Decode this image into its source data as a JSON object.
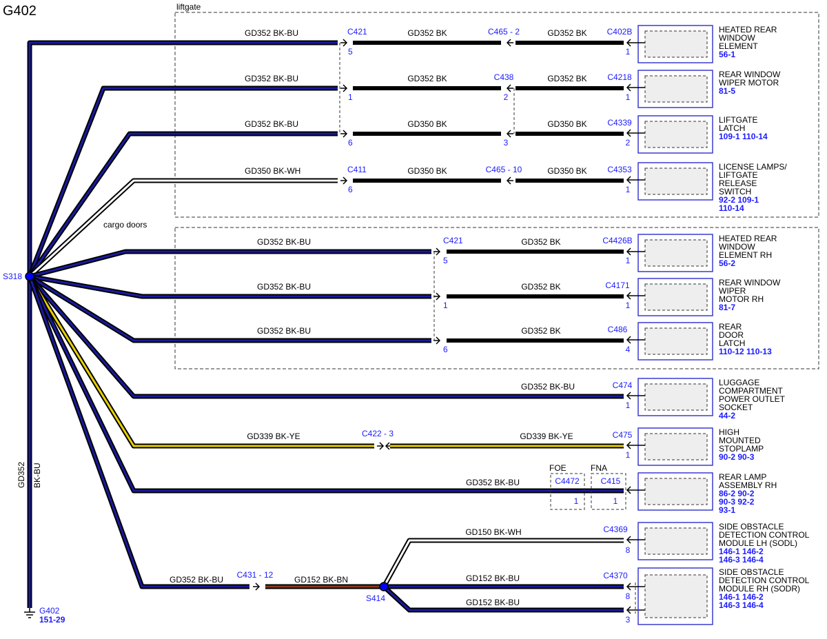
{
  "title": "G402",
  "regions": {
    "liftgate": "liftgate",
    "cargo_doors": "cargo doors"
  },
  "splices": {
    "s318": "S318",
    "s414": "S414"
  },
  "ground": {
    "id": "G402",
    "ref": "151-29",
    "trunk_circuit": "GD352",
    "trunk_color": "BK-BU"
  },
  "rows": [
    {
      "wire1_circuit": "GD352",
      "wire1_color": "BK-BU",
      "c1": "C421",
      "c1_pin": "5",
      "wire2_circuit": "GD352",
      "wire2_color": "BK",
      "c2": "C465 - 2",
      "c2_pin": "",
      "wire3_circuit": "GD352",
      "wire3_color": "BK",
      "c3": "C402B",
      "c3_pin": "1",
      "label": [
        "HEATED REAR",
        "WINDOW",
        "ELEMENT"
      ],
      "refs": [
        "56-1"
      ]
    },
    {
      "wire1_circuit": "GD352",
      "wire1_color": "BK-BU",
      "c1": "",
      "c1_pin": "1",
      "wire2_circuit": "GD352",
      "wire2_color": "BK",
      "c2": "C438",
      "c2_pin": "2",
      "wire3_circuit": "GD352",
      "wire3_color": "BK",
      "c3": "C4218",
      "c3_pin": "1",
      "label": [
        "REAR WINDOW",
        "WIPER MOTOR"
      ],
      "refs": [
        "81-5"
      ]
    },
    {
      "wire1_circuit": "GD352",
      "wire1_color": "BK-BU",
      "c1": "",
      "c1_pin": "6",
      "wire2_circuit": "GD350",
      "wire2_color": "BK",
      "c2": "",
      "c2_pin": "3",
      "wire3_circuit": "GD350",
      "wire3_color": "BK",
      "c3": "C4339",
      "c3_pin": "2",
      "label": [
        "LIFTGATE",
        "LATCH"
      ],
      "refs": [
        "109-1  110-14"
      ]
    },
    {
      "wire1_circuit": "GD350",
      "wire1_color": "BK-WH",
      "c1": "C411",
      "c1_pin": "6",
      "wire2_circuit": "GD350",
      "wire2_color": "BK",
      "c2": "C465 - 10",
      "c2_pin": "",
      "wire3_circuit": "GD350",
      "wire3_color": "BK",
      "c3": "C4353",
      "c3_pin": "1",
      "label": [
        "LICENSE LAMPS/",
        "LIFTGATE",
        "RELEASE",
        "SWITCH"
      ],
      "refs": [
        "92-2  109-1",
        "110-14"
      ]
    },
    {
      "wire1_circuit": "GD352",
      "wire1_color": "BK-BU",
      "c1": "C421",
      "c1_pin": "5",
      "wire2_circuit": "GD352",
      "wire2_color": "BK",
      "c3": "C4426B",
      "c3_pin": "1",
      "label": [
        "HEATED REAR",
        "WINDOW",
        "ELEMENT RH"
      ],
      "refs": [
        "56-2"
      ]
    },
    {
      "wire1_circuit": "GD352",
      "wire1_color": "BK-BU",
      "c1": "",
      "c1_pin": "1",
      "wire2_circuit": "GD352",
      "wire2_color": "BK",
      "c3": "C4171",
      "c3_pin": "1",
      "label": [
        "REAR WINDOW",
        "WIPER",
        "MOTOR RH"
      ],
      "refs": [
        "81-7"
      ]
    },
    {
      "wire1_circuit": "GD352",
      "wire1_color": "BK-BU",
      "c1": "",
      "c1_pin": "6",
      "wire2_circuit": "GD352",
      "wire2_color": "BK",
      "c3": "C486",
      "c3_pin": "4",
      "label": [
        "REAR",
        "DOOR",
        "LATCH"
      ],
      "refs": [
        "110-12  110-13"
      ]
    },
    {
      "wire1_circuit": "GD352",
      "wire1_color": "BK-BU",
      "c3": "C474",
      "c3_pin": "1",
      "label": [
        "LUGGAGE",
        "COMPARTMENT",
        "POWER OUTLET",
        "SOCKET"
      ],
      "refs": [
        "44-2"
      ]
    },
    {
      "wire1_circuit": "GD339",
      "wire1_color": "BK-YE",
      "c2": "C422 - 3",
      "wire2_circuit": "GD339",
      "wire2_color": "BK-YE",
      "c3": "C475",
      "c3_pin": "1",
      "label": [
        "HIGH",
        "MOUNTED",
        "STOPLAMP"
      ],
      "refs": [
        "90-2  90-3"
      ]
    },
    {
      "wire1_circuit": "GD352",
      "wire1_color": "BK-BU",
      "opt1": "FOE",
      "opt1_conn": "C4472",
      "opt1_pin": "1",
      "opt2": "FNA",
      "opt2_conn": "C415",
      "opt2_pin": "1",
      "label": [
        "REAR LAMP",
        "ASSEMBLY RH"
      ],
      "refs": [
        "86-2  90-2",
        "90-3  92-2",
        "93-1"
      ]
    },
    {
      "wire_circuit": "GD150",
      "wire_color": "BK-WH",
      "c3": "C4369",
      "c3_pin": "8",
      "label": [
        "SIDE OBSTACLE",
        "DETECTION CONTROL",
        "MODULE LH (SODL)"
      ],
      "refs": [
        "146-1 146-2",
        "146-3 146-4"
      ]
    },
    {
      "wire1_circuit": "GD352",
      "wire1_color": "BK-BU",
      "c1": "C431 - 12",
      "wire2_circuit": "GD152",
      "wire2_color": "BK-BN",
      "wire3_circuit": "GD152",
      "wire3_color": "BK-BU",
      "c3": "C4370",
      "c3_pin": "8",
      "wire4_circuit": "GD152",
      "wire4_color": "BK-BU",
      "c4_pin": "3",
      "label": [
        "SIDE OBSTACLE",
        "DETECTION CONTROL",
        "MODULE RH (SODR)"
      ],
      "refs": [
        "146-1 146-2",
        "146-3 146-4"
      ]
    }
  ],
  "colors": {
    "wire_blue": "#1a1aa0",
    "wire_black": "#000000",
    "wire_yellow": "#e8d000",
    "wire_brown": "#8b3a1a",
    "text_blue": "#1a1aff",
    "splice": "#0000ff"
  }
}
